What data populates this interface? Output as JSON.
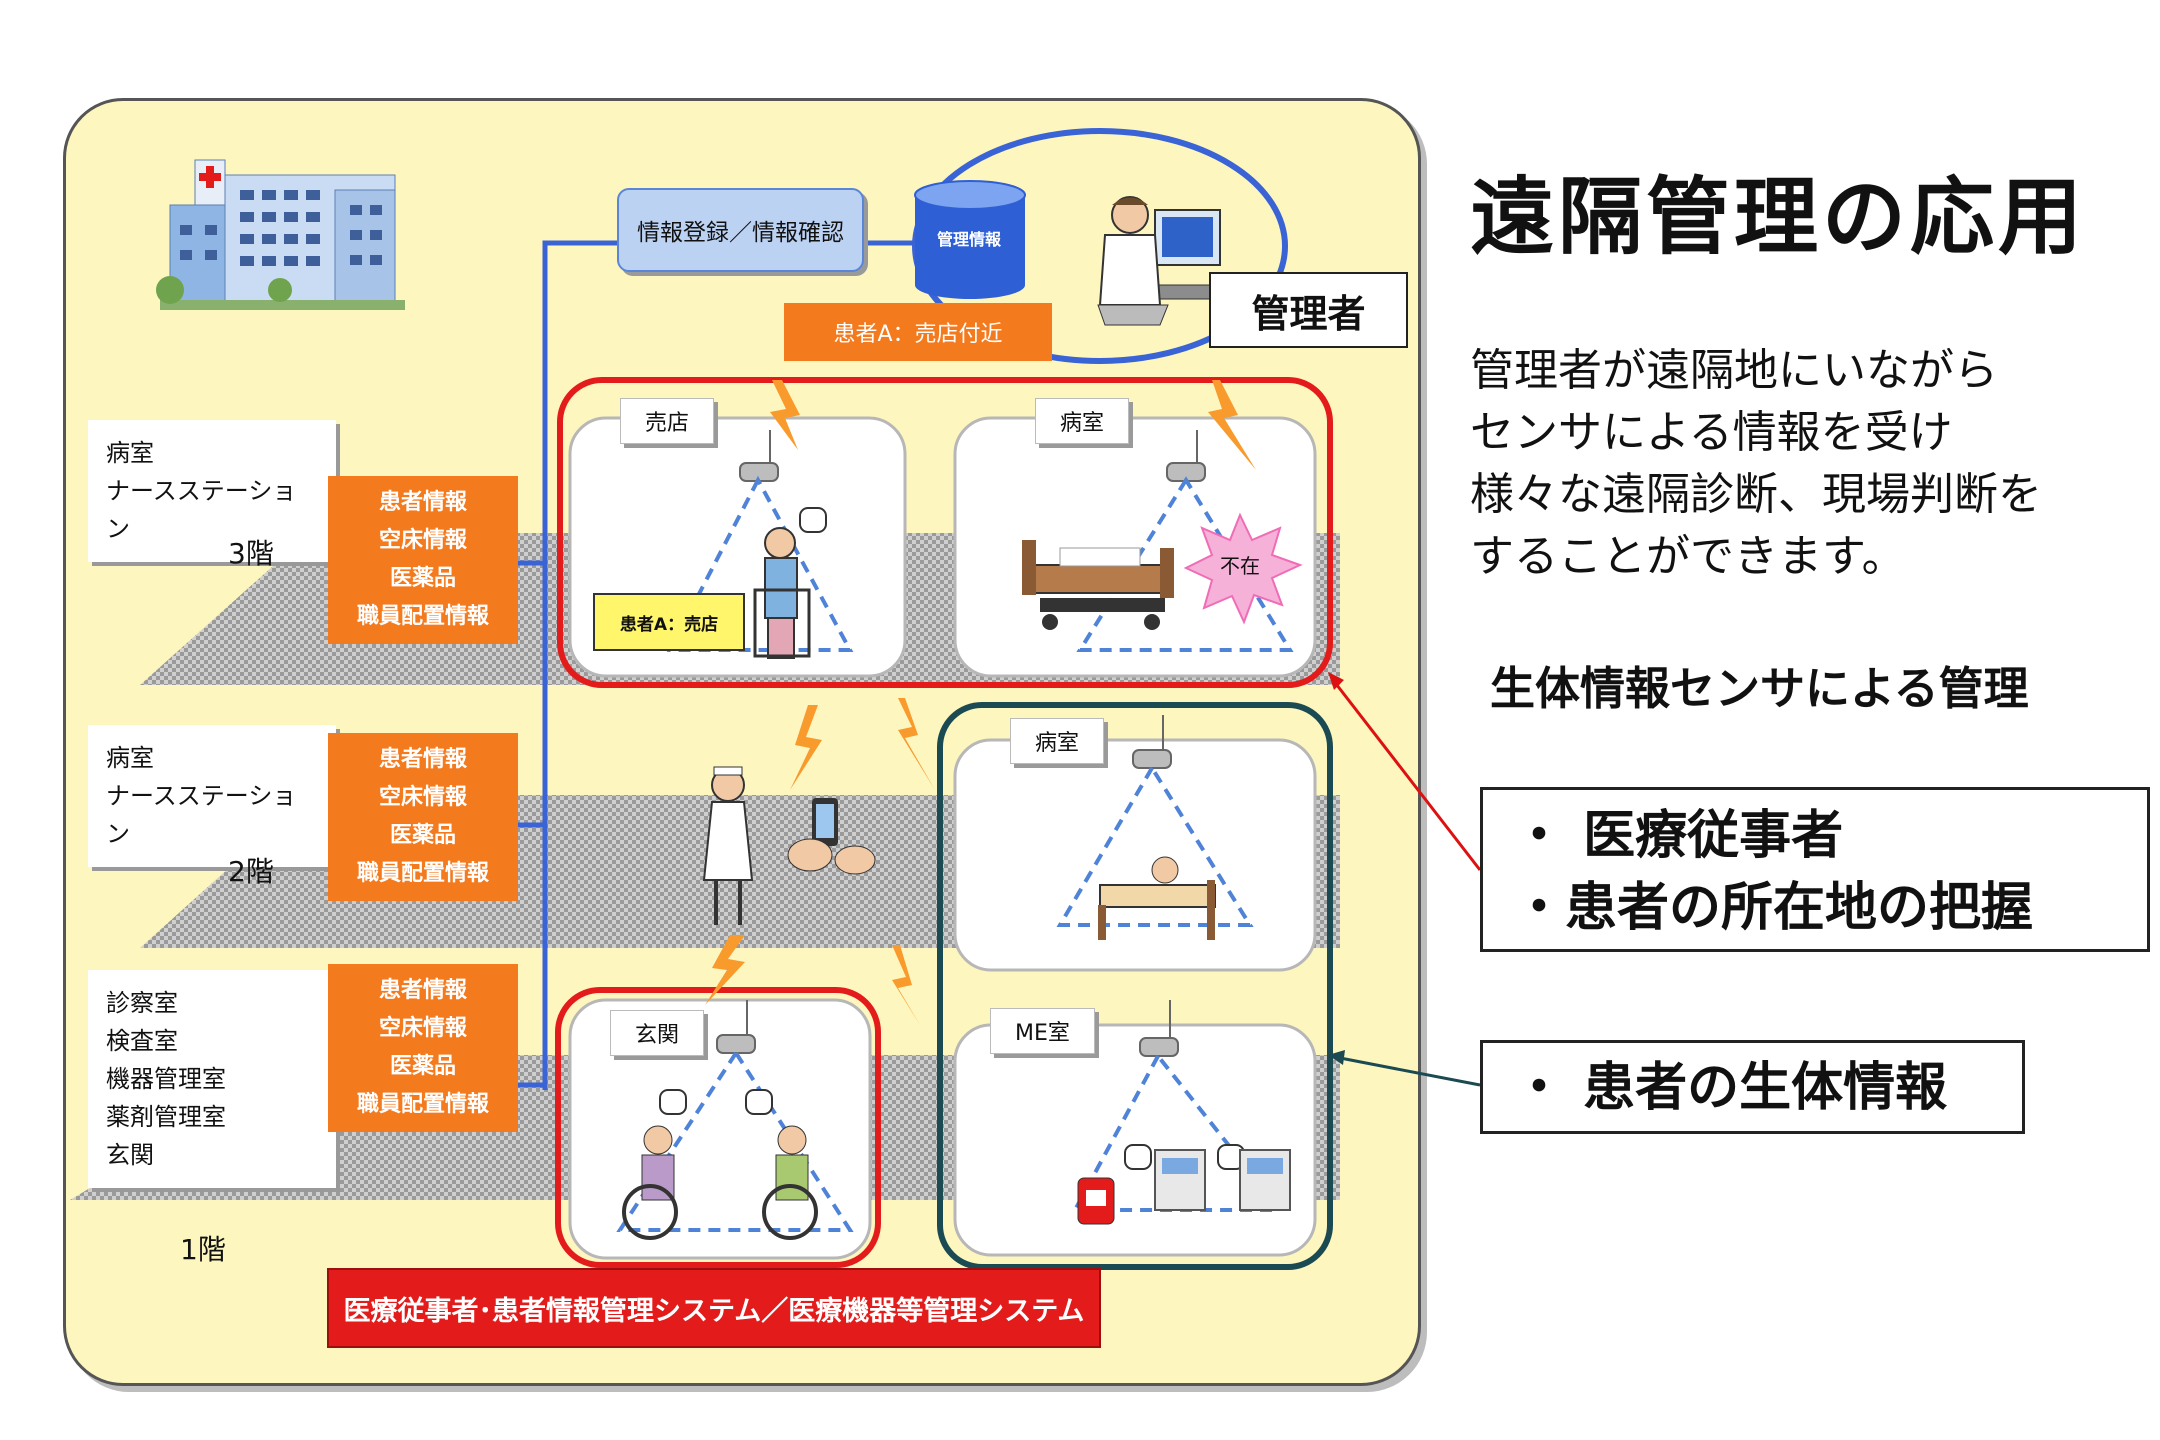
{
  "title": "遠隔管理の応用",
  "description_lines": [
    "管理者が遠隔地にいながら",
    "センサによる情報を受け",
    "様々な遠隔診断、現場判断を",
    "することができます。"
  ],
  "subtitle": "生体情報センサによる管理",
  "callout_box_1": [
    "・ 医療従事者",
    "・患者の所在地の把握"
  ],
  "callout_box_2": "・ 患者の生体情報",
  "diagram": {
    "top_box": "情報登録／情報確認",
    "database_label": "管理情報",
    "admin_label": "管理者",
    "patient_location": "患者A：売店付近",
    "patient_tag": "患者A：売店",
    "absent_label": "不在",
    "rooms": {
      "shop": "売店",
      "ward_3f": "病室",
      "ward_2f": "病室",
      "me_room": "ME室",
      "entrance": "玄関"
    },
    "floors": [
      {
        "rooms": "病室\nナースステーション",
        "label": "3階",
        "info": "患者情報\n空床情報\n医薬品\n職員配置情報"
      },
      {
        "rooms": "病室\nナースステーション",
        "label": "2階",
        "info": "患者情報\n空床情報\n医薬品\n職員配置情報"
      },
      {
        "rooms": "診察室\n検査室\n機器管理室\n薬剤管理室\n玄関",
        "label": "1階",
        "info": "患者情報\n空床情報\n医薬品\n職員配置情報"
      }
    ],
    "system_banner": "医療従事者･患者情報管理システム／医療機器等管理システム"
  },
  "colors": {
    "panel": "#fdf6bf",
    "orange": "#f47a1e",
    "red": "#e31b1b",
    "teal": "#1b4a52",
    "blue": "#3a63d6"
  }
}
